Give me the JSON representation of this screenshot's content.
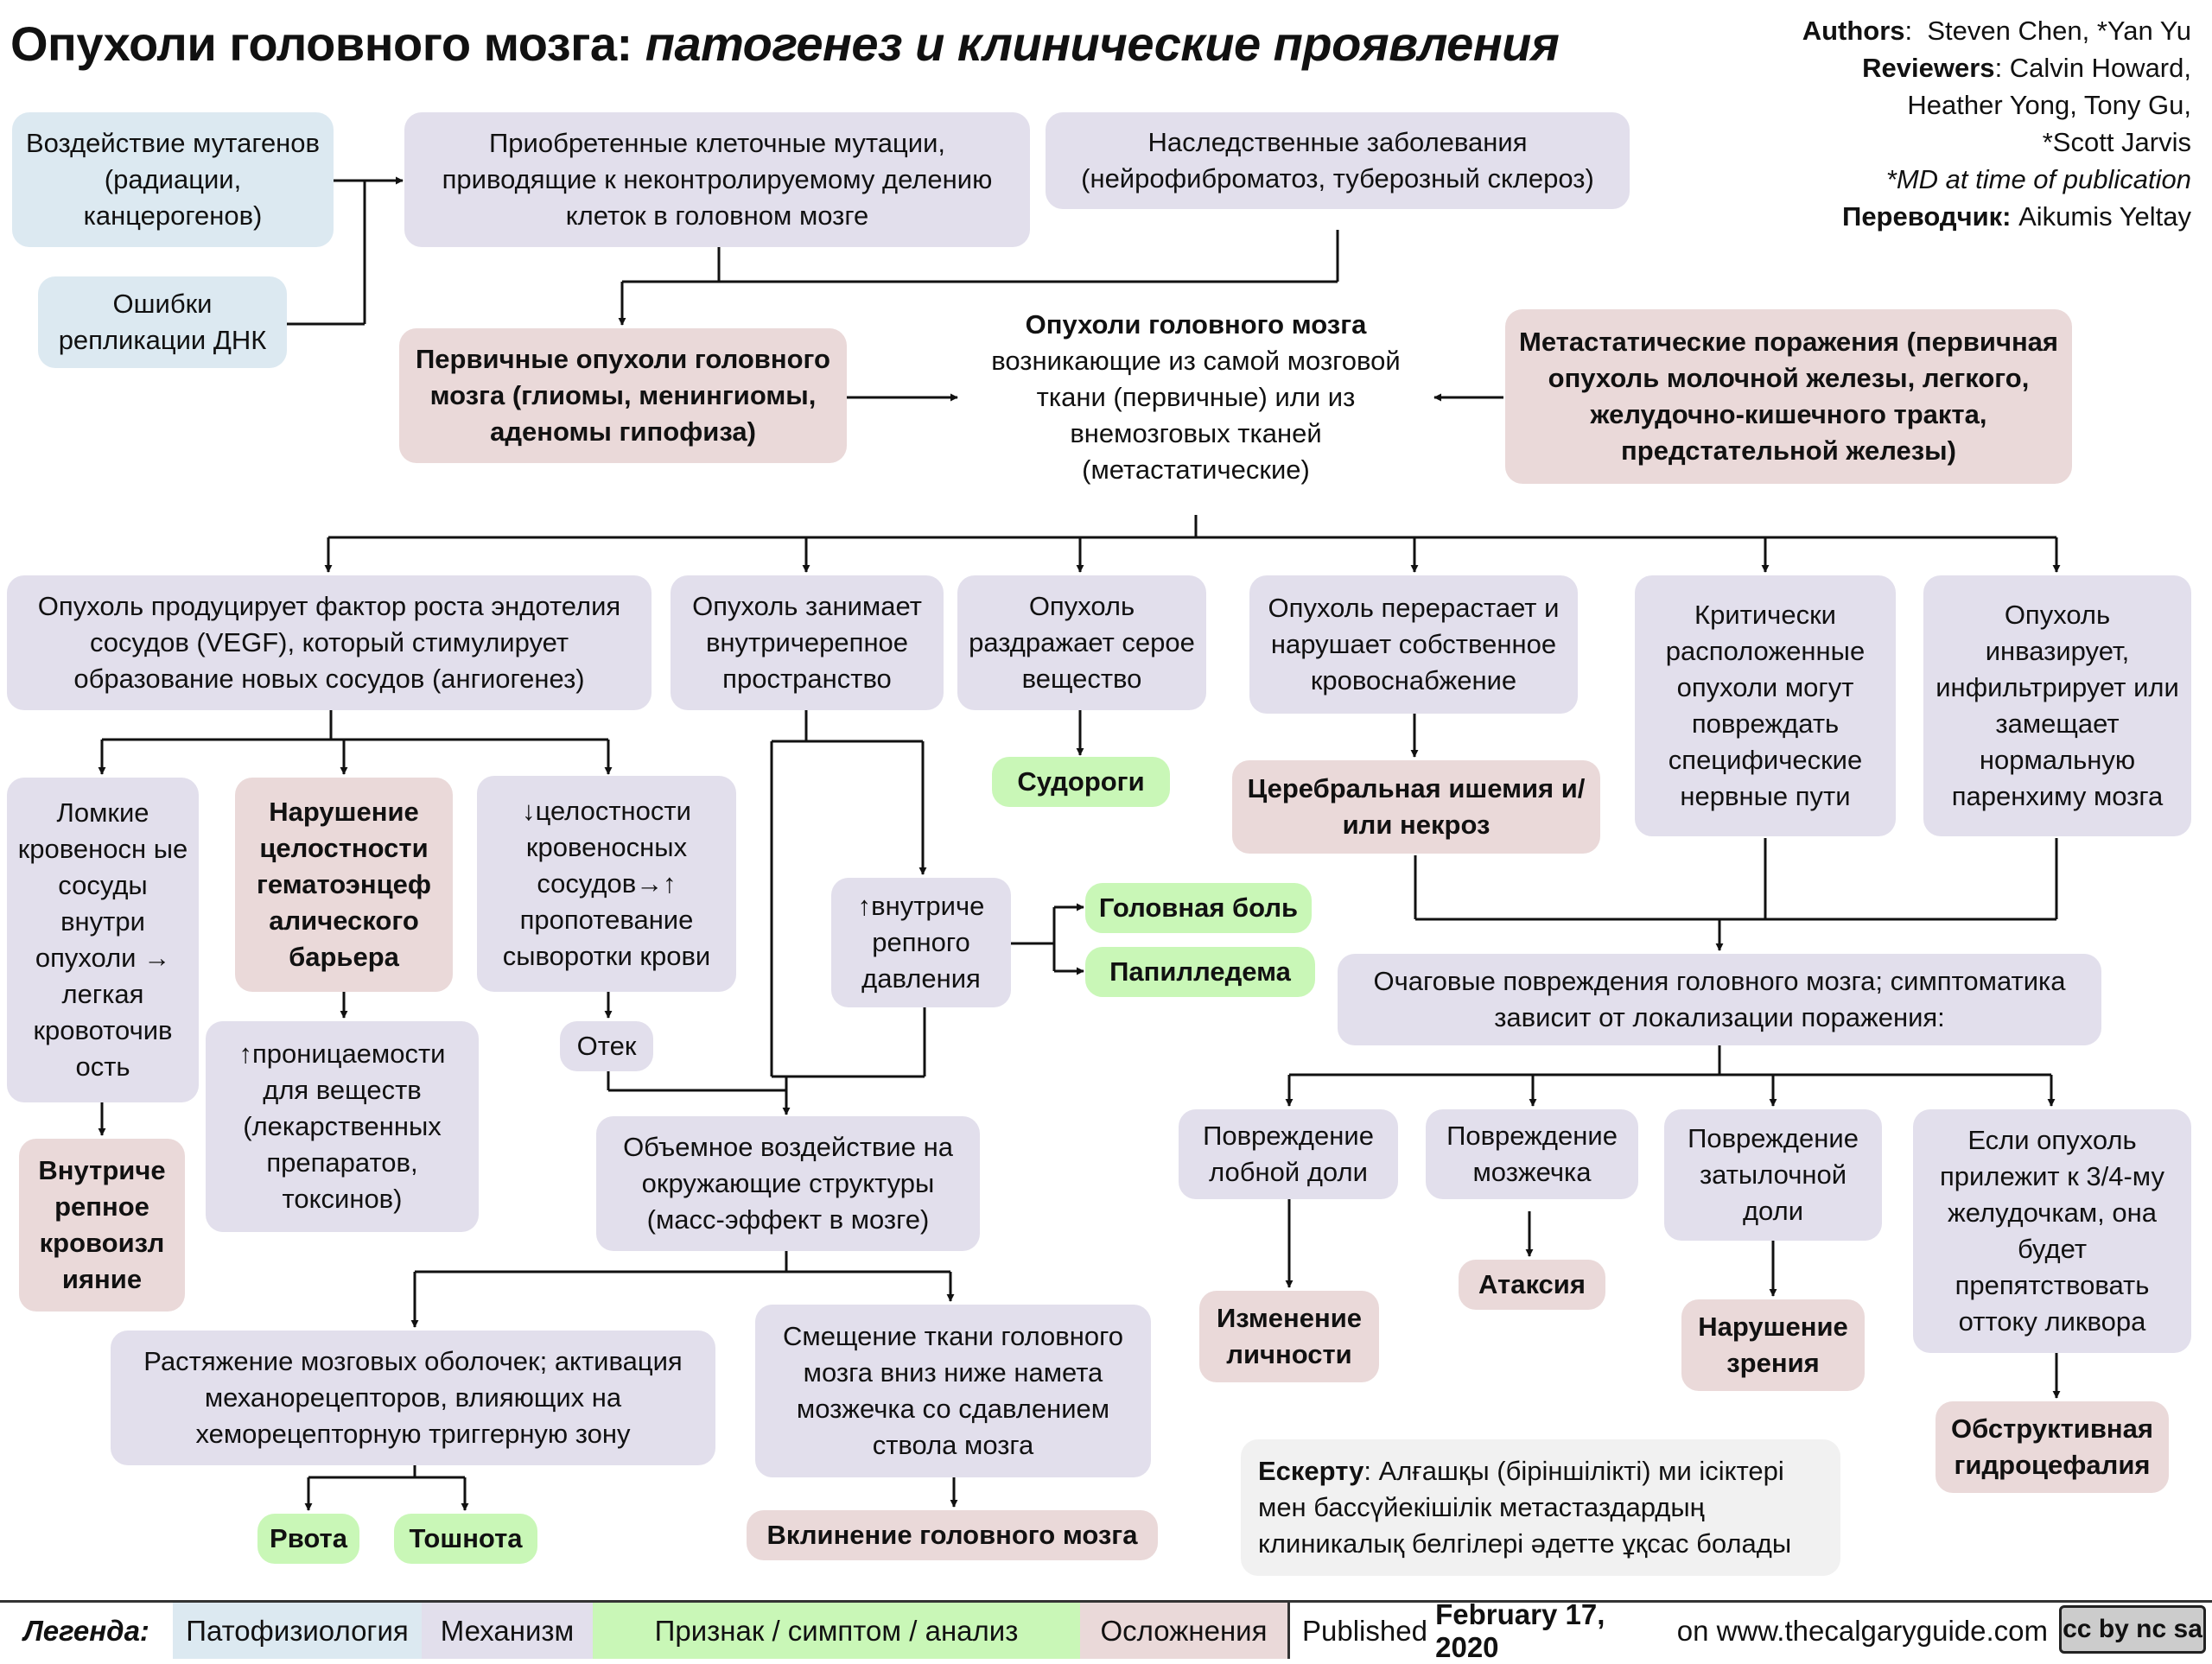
{
  "title": {
    "bold": "Опухоли головного мозга:",
    "italic": "патогенез и клинические проявления"
  },
  "authors": {
    "authors_label": "Authors",
    "authors_value": "Steven Chen, *Yan Yu",
    "reviewers_label": "Reviewers",
    "reviewers_value_1": "Calvin Howard,",
    "reviewers_value_2": "Heather Yong, Tony Gu,",
    "reviewers_value_3": "*Scott Jarvis",
    "md_note": "*MD at time of publication",
    "translator_label": "Переводчик:",
    "translator_value": "Aikumis Yeltay"
  },
  "nodes": {
    "mutagens": "Воздействие мутагенов (радиации, канцерогенов)",
    "dna_errors": "Ошибки репликации ДНК",
    "acquired_mutations": "Приобретенные клеточные мутации, приводящие к неконтролируемому делению клеток в головном мозге",
    "hereditary": "Наследственные заболевания (нейрофиброматоз, туберозный склероз)",
    "primary_tumors": "Первичные опухоли головного мозга (глиомы, менингиомы, аденомы гипофиза)",
    "central_title": "Опухоли головного мозга",
    "central_text": "возникающие из самой мозговой ткани (первичные) или из внемозговых тканей (метастатические)",
    "metastatic": "Метастатические поражения (первичная опухоль молочной железы, легкого, желудочно-кишечного тракта, предстательной железы)",
    "vegf": "Опухоль продуцирует фактор роста эндотелия сосудов (VEGF), который стимулирует образование новых сосудов (ангиогенез)",
    "occupies_space": "Опухоль занимает внутричерепное пространство",
    "irritates_gray": "Опухоль раздражает серое вещество",
    "outgrows_blood": "Опухоль перерастает и нарушает собственное кровоснабжение",
    "critical_location": "Критически расположенные опухоли могут повреждать специфические нервные пути",
    "invades": "Опухоль инвазирует, инфильтрирует или замещает нормальную паренхиму мозга",
    "fragile_vessels": "Ломкие кровеносн ые сосуды внутри опухоли → легкая кровоточив ость",
    "bbb_disruption": "Нарушение целостности гематоэнцеф алического барьера",
    "vessel_integrity": "↓целостности кровеносных сосудов→↑ пропотевание сыворотки крови",
    "seizures": "Судороги",
    "ischemia": "Церебральная ишемия и/или некроз",
    "intracranial_hemorrhage": "Внутриче репное кровоизл ияние",
    "permeability": "↑проницаемости для веществ (лекарственных препаратов, токсинов)",
    "edema": "Отек",
    "icp": "↑внутриче репного давления",
    "headache": "Головная боль",
    "papilledema": "Папилледема",
    "focal_lesions": "Очаговые повреждения головного мозга; симптоматика зависит от локализации поражения:",
    "mass_effect": "Объемное воздействие на окружающие структуры (масс-эффект в мозге)",
    "frontal": "Повреждение лобной доли",
    "cerebellum": "Повреждение мозжечка",
    "occipital": "Повреждение затылочной доли",
    "ventricles": "Если опухоль прилежит к 3/4-му желудочкам, она будет препятствовать оттоку ликвора",
    "personality": "Изменение личности",
    "ataxia": "Атаксия",
    "vision": "Нарушение зрения",
    "hydrocephalus": "Обструктивная гидроцефалия",
    "meninges": "Растяжение мозговых оболочек; активация механорецепторов, влияющих на хеморецепторную триггерную зону",
    "tissue_shift": "Смещение ткани головного мозга вниз ниже намета мозжечка со сдавлением ствола мозга",
    "vomiting": "Рвота",
    "nausea": "Тошнота",
    "herniation": "Вклинение головного мозга",
    "note_label": "Ескерту",
    "note_text": ": Алғашқы (біріншілікті) ми ісіктері мен бассүйекішілік метастаздардың клиникалық белгілері әдетте ұқсас болады"
  },
  "legend": {
    "label": "Легенда:",
    "patho": "Патофизиология",
    "mech": "Механизм",
    "sign": "Признак / симптом / анализ",
    "comp": "Осложнения",
    "published_prefix": "Published ",
    "published_date": "February 17, 2020",
    "published_suffix": " on www.thecalgaryguide.com",
    "license": "cc by nc sa"
  },
  "colors": {
    "pathophysiology": "#dce9f1",
    "mechanism": "#e2dfec",
    "sign_symptom": "#c9f7b7",
    "complication": "#ead9d9"
  }
}
